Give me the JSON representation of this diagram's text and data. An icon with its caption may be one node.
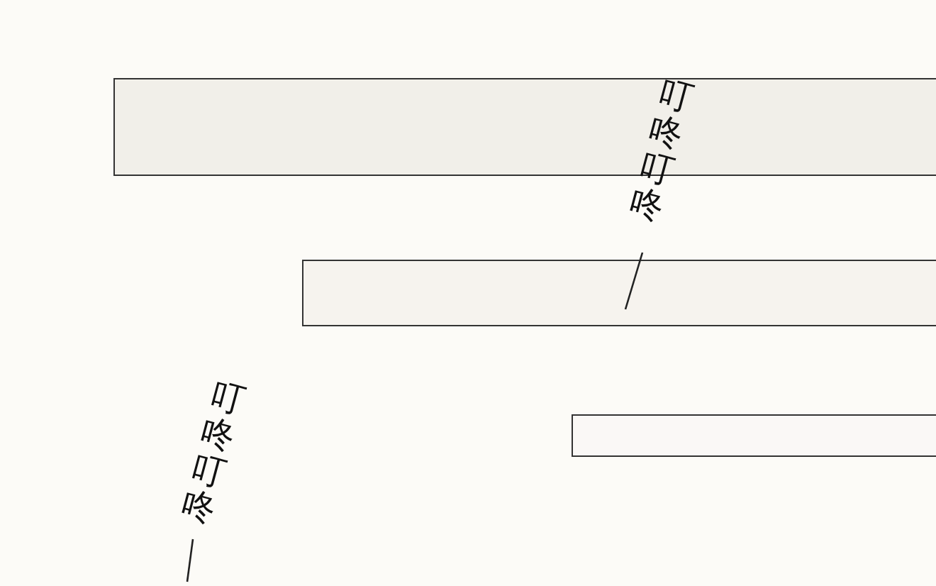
{
  "diagram": {
    "nodes": [
      {
        "text": [],
        "shape": "box"
      },
      {
        "text": [],
        "shape": "box"
      },
      {
        "text": [],
        "shape": "box"
      }
    ],
    "labels": [
      "叮咚叮咚",
      "叮咚叮咚"
    ]
  }
}
